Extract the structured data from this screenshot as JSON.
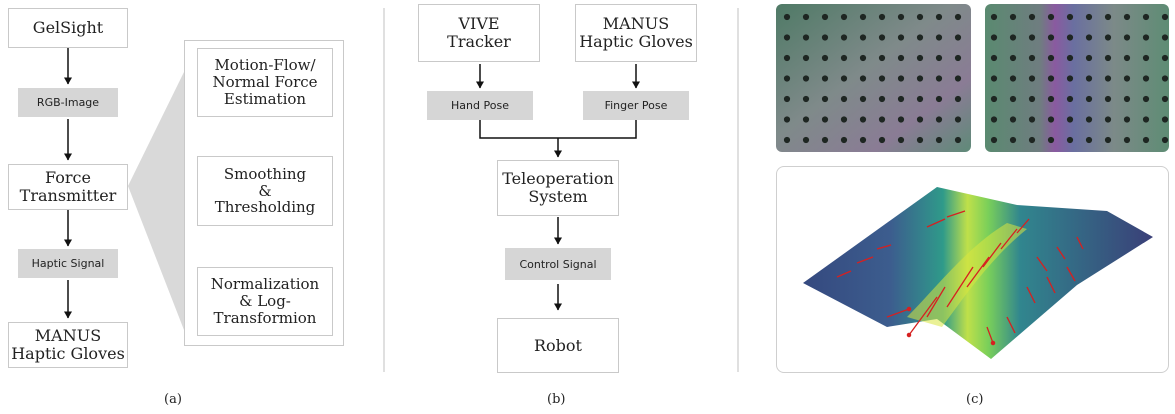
{
  "panel_a": {
    "gelsight": "GelSight",
    "rgb_image": "RGB-Image",
    "force_transmitter": "Force\nTransmitter",
    "haptic_signal": "Haptic Signal",
    "manus_gloves": "MANUS\nHaptic Gloves",
    "motion_flow": "Motion-Flow/\nNormal Force\nEstimation",
    "smoothing": "Smoothing\n&\nThresholding",
    "normalization": "Normalization\n& Log-\nTransformion",
    "caption": "(a)"
  },
  "panel_b": {
    "vive_tracker": "VIVE\nTracker",
    "manus_gloves": "MANUS\nHaptic Gloves",
    "hand_pose": "Hand Pose",
    "finger_pose": "Finger Pose",
    "teleoperation": "Teleoperation\nSystem",
    "control_signal": "Control Signal",
    "robot": "Robot",
    "caption": "(b)"
  },
  "panel_c": {
    "caption": "(c)"
  },
  "colors": {
    "box_border": "#c9c9c9",
    "pill_fill": "#d6d6d6",
    "expansion_fill": "#d9d9d9",
    "arrow": "#111111",
    "vector_red": "#d62020",
    "surface_dark": "#3b4f8a",
    "surface_peak": "#d8e640"
  }
}
